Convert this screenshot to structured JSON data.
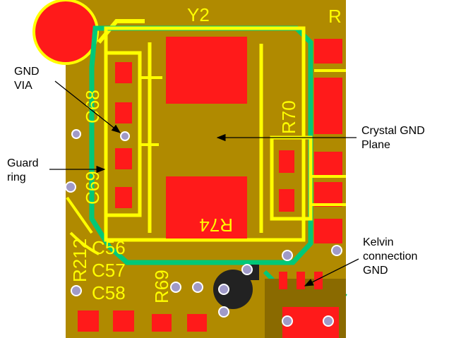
{
  "colors": {
    "board": "#b08a00",
    "silkscreen": "#ffff00",
    "pad": "#ff1a1a",
    "guard": "#00c878",
    "via": "#a09ac8",
    "arrow": "#000000",
    "copper_dark": "#8a6a00",
    "dark_pad": "#222222"
  },
  "silkscreen_labels": {
    "y2": "Y2",
    "r70": "R70",
    "r74": "R74",
    "c68": "C68",
    "c69": "C69",
    "c56": "C56",
    "c57": "C57",
    "c58": "C58",
    "r69": "R69",
    "r212": "R212",
    "r_partial": "R"
  },
  "callouts": {
    "gnd_via": [
      "GND",
      "VIA"
    ],
    "guard_ring": [
      "Guard",
      "ring"
    ],
    "crystal_gnd_plane": [
      "Crystal GND",
      "Plane"
    ],
    "kelvin_connection": [
      "Kelvin",
      "connection",
      "GND"
    ]
  }
}
